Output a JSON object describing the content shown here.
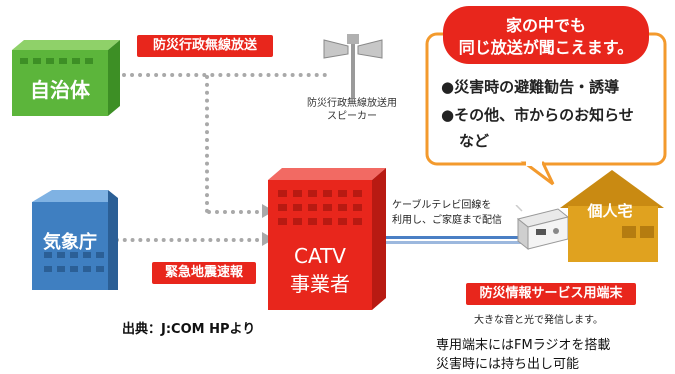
{
  "nodes": {
    "municipality": "自治体",
    "meteorological_agency": "気象庁",
    "catv_operator_line1": "CATV",
    "catv_operator_line2": "事業者",
    "residence": "個人宅"
  },
  "tags": {
    "disaster_broadcast": "防災行政無線放送",
    "earthquake_warning": "緊急地震速報",
    "disaster_terminal": "防災情報サービス用端末"
  },
  "speaker": {
    "label_line1": "防災行政無線放送用",
    "label_line2": "スピーカー"
  },
  "bubble": {
    "title_line1": "家の中でも",
    "title_line2": "同じ放送が聞こえます。",
    "items": [
      "●災害時の避難勧告・誘導",
      "●その他、市からのお知らせ"
    ],
    "item_continuation": "など"
  },
  "cable_note": {
    "line1": "ケーブルテレビ回線を",
    "line2": "利用し、ご家庭まで配信"
  },
  "terminal_note": "大きな音と光で発信します。",
  "source": "出典：J:COM HPより",
  "footnote": {
    "line1": "専用端末にはFMラジオを搭載",
    "line2": "災害時には持ち出し可能"
  },
  "colors": {
    "accent_red": "#e8261c",
    "bubble_orange": "#f39a2d",
    "municipality_green": "#5cb53b",
    "agency_blue": "#3f7fc1",
    "house_gold": "#e0a21f",
    "cable_blue": "#4a7fc4"
  }
}
